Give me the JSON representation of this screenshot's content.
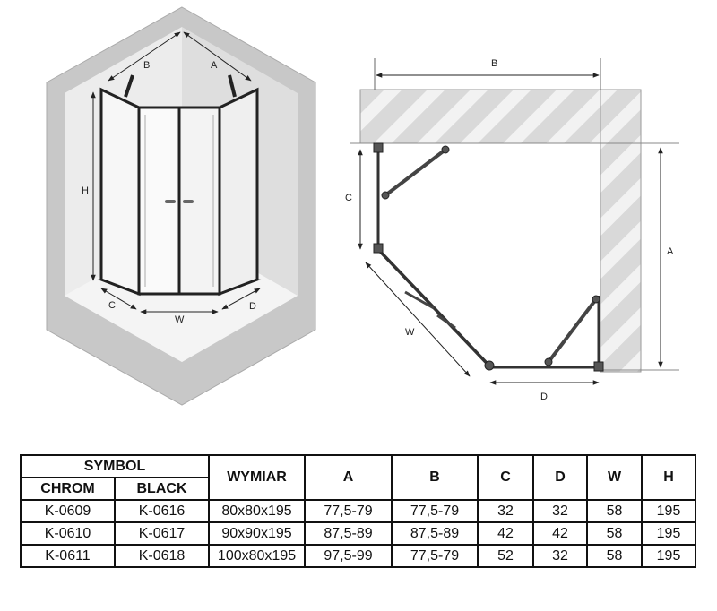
{
  "left_view": {
    "labels": {
      "b": "B",
      "a": "A",
      "h": "H",
      "c": "C",
      "w": "W",
      "d": "D"
    }
  },
  "right_view": {
    "labels": {
      "b": "B",
      "c": "C",
      "a": "A",
      "w": "W",
      "d": "D"
    }
  },
  "table": {
    "symbol_header": "SYMBOL",
    "chrom_header": "CHROM",
    "black_header": "BLACK",
    "wymiar_header": "WYMIAR",
    "a_header": "A",
    "b_header": "B",
    "c_header": "C",
    "d_header": "D",
    "w_header": "W",
    "h_header": "H",
    "rows": [
      {
        "chrom": "K-0609",
        "black": "K-0616",
        "wymiar": "80x80x195",
        "a": "77,5-79",
        "b": "77,5-79",
        "c": "32",
        "d": "32",
        "w": "58",
        "h": "195"
      },
      {
        "chrom": "K-0610",
        "black": "K-0617",
        "wymiar": "90x90x195",
        "a": "87,5-89",
        "b": "87,5-89",
        "c": "42",
        "d": "42",
        "w": "58",
        "h": "195"
      },
      {
        "chrom": "K-0611",
        "black": "K-0618",
        "wymiar": "100x80x195",
        "a": "97,5-99",
        "b": "77,5-79",
        "c": "52",
        "d": "32",
        "w": "58",
        "h": "195"
      }
    ]
  }
}
